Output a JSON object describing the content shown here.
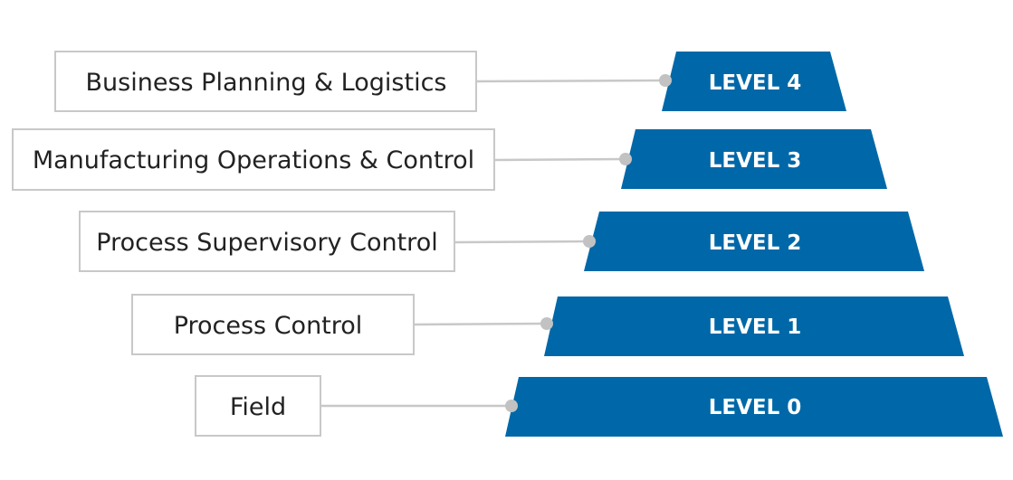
{
  "colors": {
    "level_fill": "#0068a8",
    "box_border": "#c8c8c8",
    "connector": "#c8c8c8",
    "text": "#222222",
    "level_text": "#ffffff"
  },
  "levels": [
    {
      "level_label": "LEVEL 4",
      "description": "Business Planning & Logistics"
    },
    {
      "level_label": "LEVEL 3",
      "description": "Manufacturing Operations & Control"
    },
    {
      "level_label": "LEVEL 2",
      "description": "Process Supervisory Control"
    },
    {
      "level_label": "LEVEL 1",
      "description": "Process Control"
    },
    {
      "level_label": "LEVEL 0",
      "description": "Field"
    }
  ]
}
